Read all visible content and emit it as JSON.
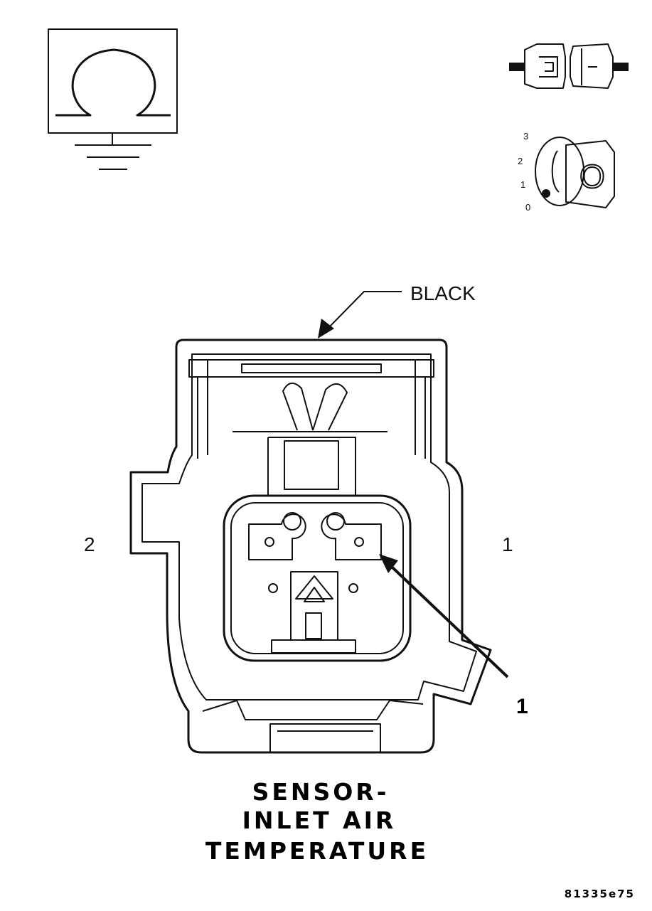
{
  "wire_color_label": "BLACK",
  "cavity_labels": {
    "left": "2",
    "right": "1"
  },
  "callout_number": "1",
  "ignition_positions": [
    "3",
    "2",
    "1",
    "0"
  ],
  "ignition_key_letter": "O",
  "title_lines": [
    "SENSOR-",
    "INLET AIR",
    "TEMPERATURE"
  ],
  "figure_code": "81335e75",
  "icons": {
    "ohmmeter": "ohmmeter-to-ground-icon",
    "disconnected_connector": "disconnected-connector-icon",
    "ignition_off": "ignition-key-off-icon"
  }
}
